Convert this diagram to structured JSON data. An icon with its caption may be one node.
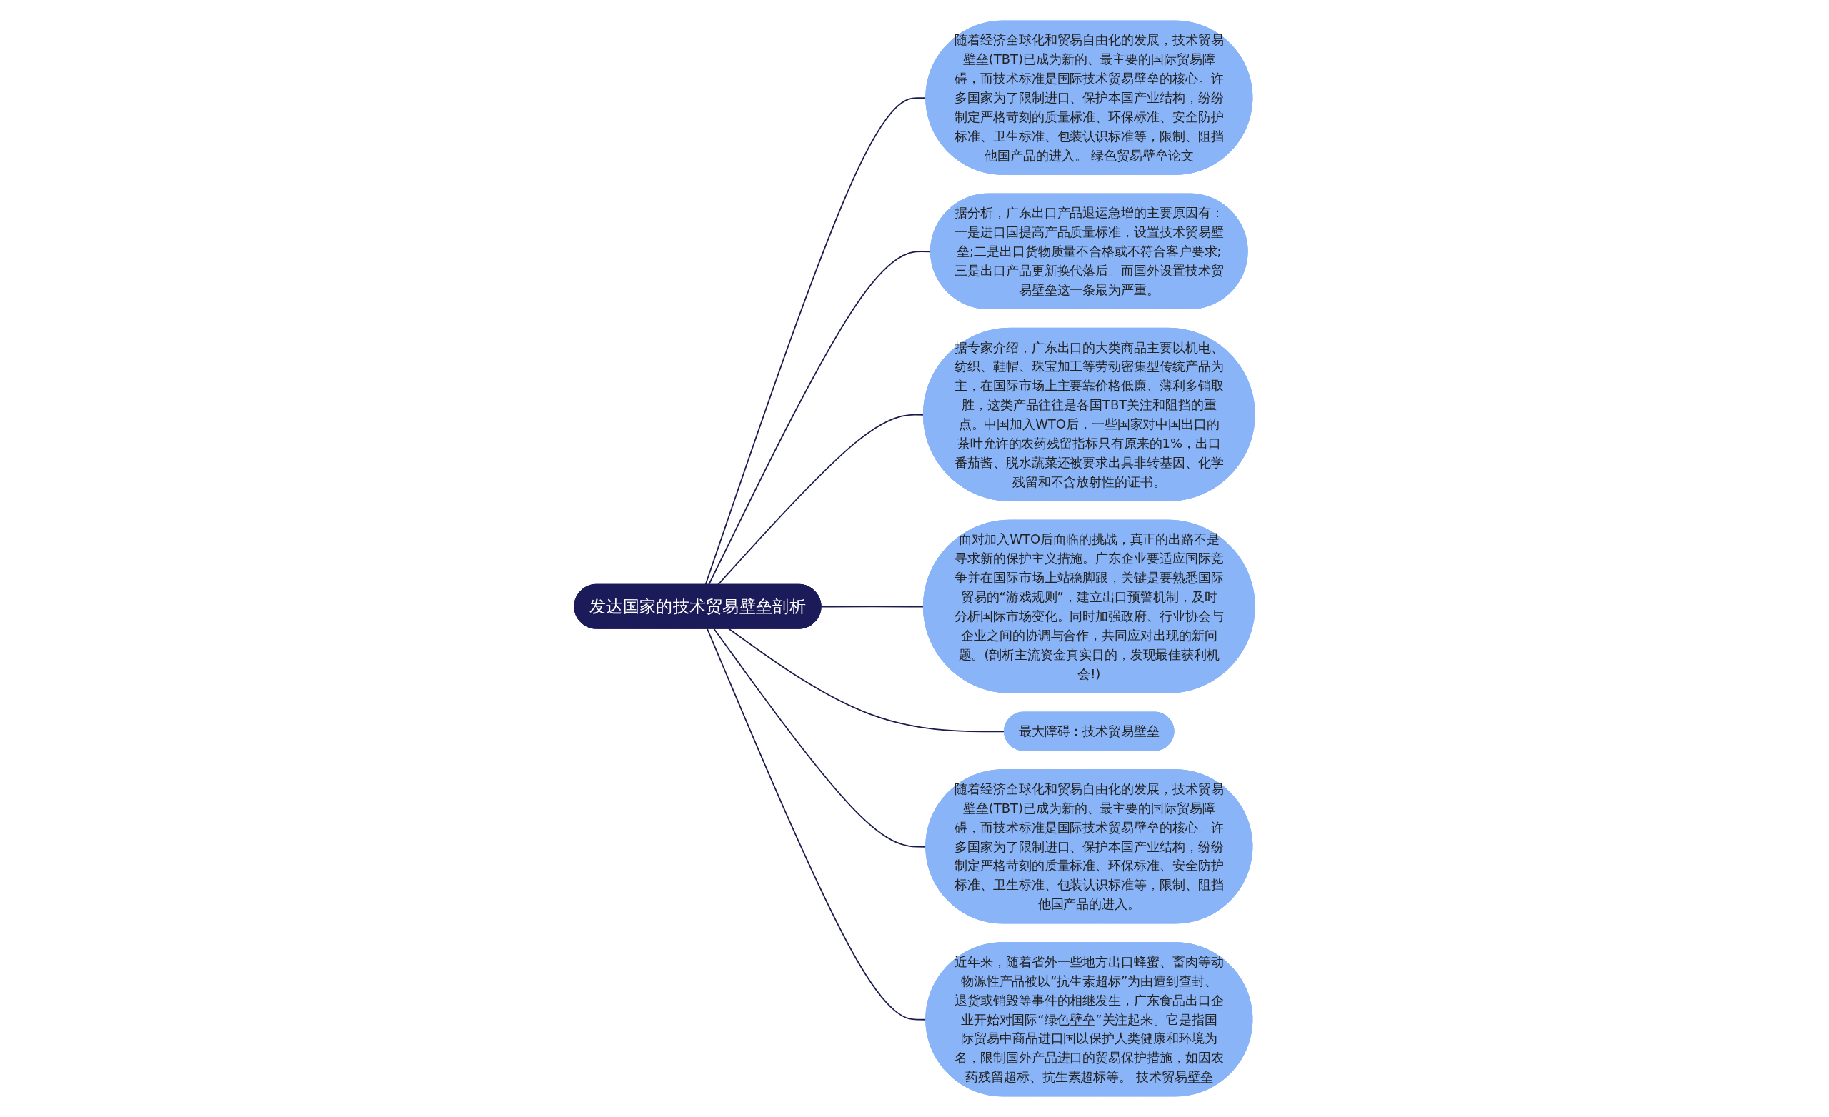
{
  "diagram": {
    "nodes": [
      {
        "text": [
          "发达国家的技术贸易壁垒剖析"
        ]
      },
      {
        "text": [
          "随着经济全球化和贸易自由化的发展，技术贸易壁垒(TBT)已成为新的、最主要的国际贸易障碍，而技术标准是国际技术贸易壁垒的核心。许多国家为了限制进口、保护本国产业结构，纷纷制定严格苛刻的质量标准、环保标准、安全防护标准、卫生标准、包装认识标准等，限制、阻挡他国产品的进入。 绿色贸易壁垒论文"
        ]
      },
      {
        "text": [
          "据分析，广东出口产品退运急增的主要原因有：一是进口国提高产品质量标准，设置技术贸易壁垒;二是出口货物质量不合格或不符合客户要求;三是出口产品更新换代落后。而国外设置技术贸易壁垒这一条最为严重。"
        ]
      },
      {
        "text": [
          "据专家介绍，广东出口的大类商品主要以机电、纺织、鞋帽、珠宝加工等劳动密集型传统产品为主，在国际市场上主要靠价格低廉、薄利多销取胜，这类产品往往是各国TBT关注和阻挡的重点。中国加入WTO后，一些国家对中国出口的茶叶允许的农药残留指标只有原来的1%，出口番茄酱、脱水蔬菜还被要求出具非转基因、化学残留和不含放射性的证书。"
        ]
      },
      {
        "text": [
          "面对加入WTO后面临的挑战，真正的出路不是寻求新的保护主义措施。广东企业要适应国际竞争并在国际市场上站稳脚跟，关键是要熟悉国际贸易的“游戏规则”，建立出口预警机制，及时分析国际市场变化。同时加强政府、行业协会与企业之间的协调与合作，共同应对出现的新问题。(剖析主流资金真实目的，发现最佳获利机会!)"
        ]
      },
      {
        "text": [
          "最大障碍：技术贸易壁垒"
        ]
      },
      {
        "text": [
          "随着经济全球化和贸易自由化的发展，技术贸易壁垒(TBT)已成为新的、最主要的国际贸易障碍，而技术标准是国际技术贸易壁垒的核心。许多国家为了限制进口、保护本国产业结构，纷纷制定严格苛刻的质量标准、环保标准、安全防护标准、卫生标准、包装认识标准等，限制、阻挡他国产品的进入。"
        ]
      },
      {
        "text": [
          "近年来，随着省外一些地方出口蜂蜜、畜肉等动物源性产品被以“抗生素超标”为由遭到查封、退货或销毁等事件的相继发生，广东食品出口企业开始对国际“绿色壁垒”关注起来。它是指国际贸易中商品进口国以保护人类健康和环境为名，限制国外产品进口的贸易保护措施，如因农药残留超标、抗生素超标等。 技术贸易壁垒"
        ]
      }
    ],
    "edges": [
      {
        "from": 0,
        "to": 1,
        "arrow": "none"
      },
      {
        "from": 0,
        "to": 2,
        "arrow": "none"
      },
      {
        "from": 0,
        "to": 3,
        "arrow": "none"
      },
      {
        "from": 0,
        "to": 4,
        "arrow": "none"
      },
      {
        "from": 0,
        "to": 5,
        "arrow": "none"
      },
      {
        "from": 0,
        "to": 6,
        "arrow": "none"
      },
      {
        "from": 0,
        "to": 7,
        "arrow": "none"
      }
    ]
  }
}
